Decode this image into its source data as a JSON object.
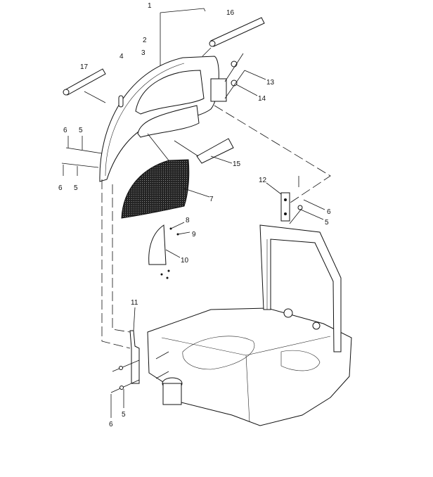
{
  "title": "Hood and frame exploded parts diagram",
  "callouts": [
    {
      "id": "c1",
      "text": "1"
    },
    {
      "id": "c16",
      "text": "16"
    },
    {
      "id": "c2",
      "text": "2"
    },
    {
      "id": "c3",
      "text": "3"
    },
    {
      "id": "c4",
      "text": "4"
    },
    {
      "id": "c17",
      "text": "17"
    },
    {
      "id": "c13",
      "text": "13"
    },
    {
      "id": "c14",
      "text": "14"
    },
    {
      "id": "c6a",
      "text": "6"
    },
    {
      "id": "c5a",
      "text": "5"
    },
    {
      "id": "c6b",
      "text": "6"
    },
    {
      "id": "c5b",
      "text": "5"
    },
    {
      "id": "c15",
      "text": "15"
    },
    {
      "id": "c7",
      "text": "7"
    },
    {
      "id": "c12",
      "text": "12"
    },
    {
      "id": "c6c",
      "text": "6"
    },
    {
      "id": "c5c",
      "text": "5"
    },
    {
      "id": "c8",
      "text": "8"
    },
    {
      "id": "c9",
      "text": "9"
    },
    {
      "id": "c10",
      "text": "10"
    },
    {
      "id": "c11",
      "text": "11"
    },
    {
      "id": "c5d",
      "text": "5"
    },
    {
      "id": "c6d",
      "text": "6"
    }
  ]
}
